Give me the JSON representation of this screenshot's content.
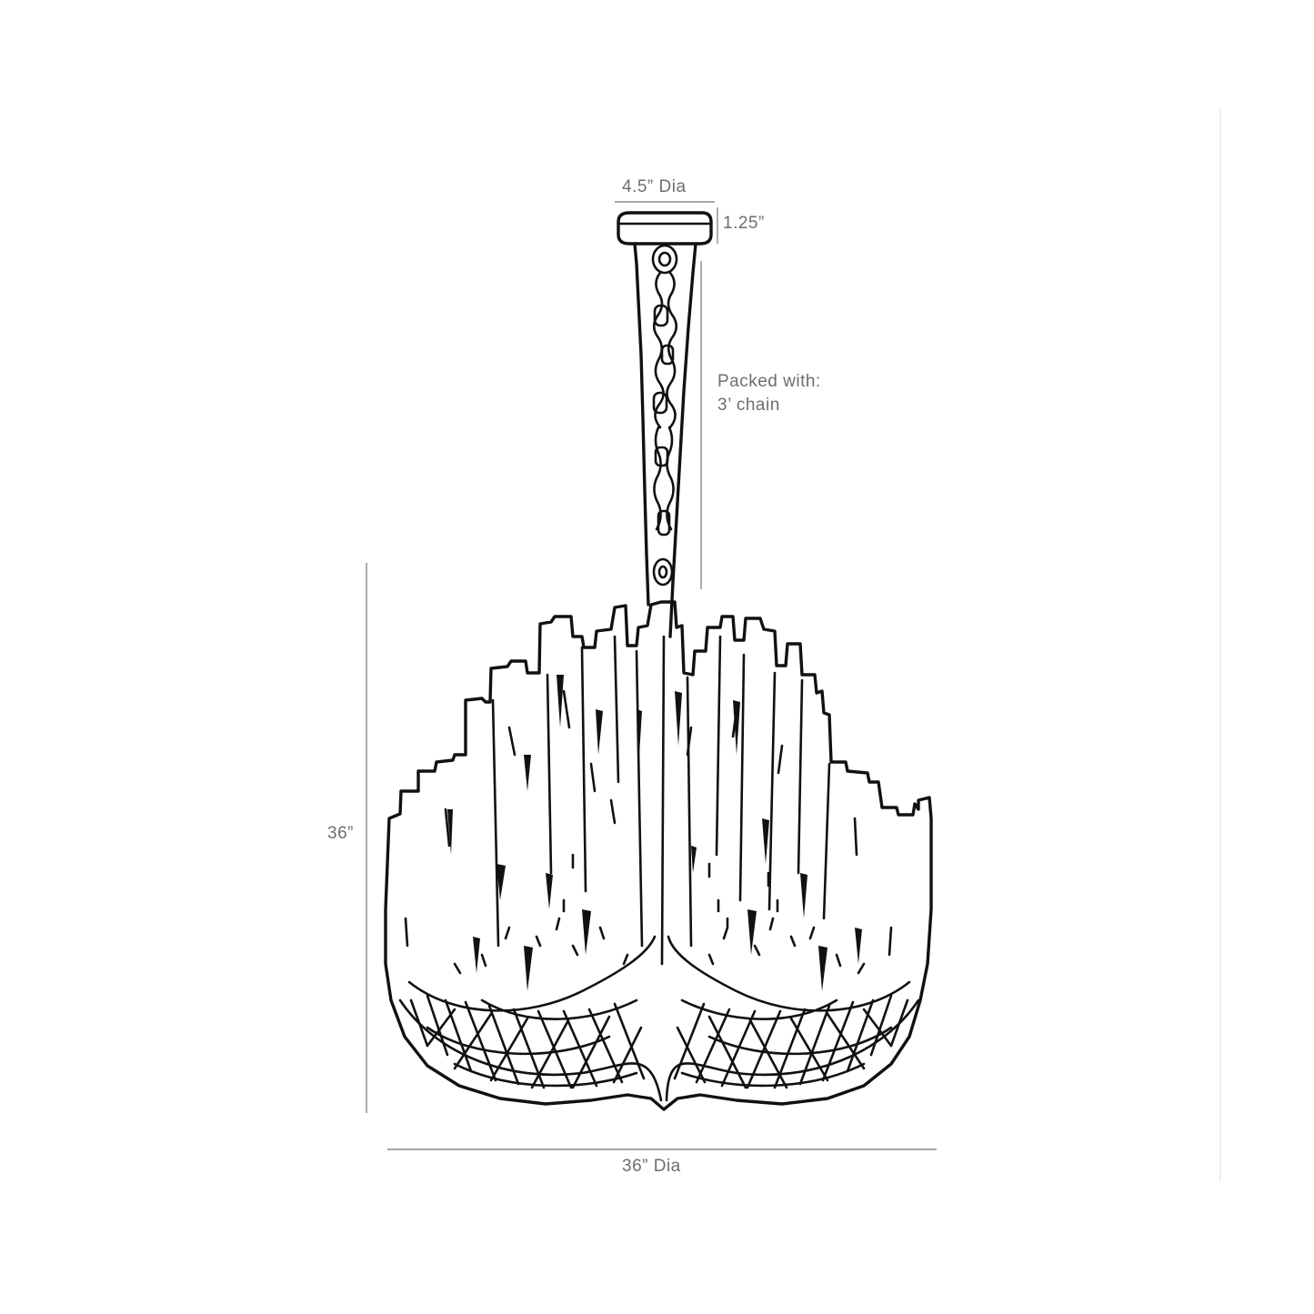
{
  "dimensions": {
    "canopy_diameter": "4.5” Dia",
    "canopy_height": "1.25”",
    "chain_note_line1": "Packed with:",
    "chain_note_line2": "3’ chain",
    "body_height": "36”",
    "body_diameter": "36” Dia"
  },
  "colors": {
    "line_art": "#111111",
    "dimension_lines": "#8a8a8a",
    "label_text": "#6e6e6e"
  }
}
